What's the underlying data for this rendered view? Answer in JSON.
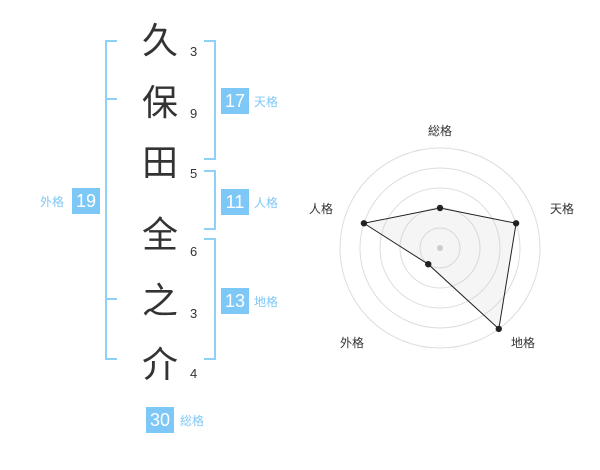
{
  "name": {
    "characters": [
      {
        "char": "久",
        "strokes": "3"
      },
      {
        "char": "保",
        "strokes": "9"
      },
      {
        "char": "田",
        "strokes": "5"
      },
      {
        "char": "全",
        "strokes": "6"
      },
      {
        "char": "之",
        "strokes": "3"
      },
      {
        "char": "介",
        "strokes": "4"
      }
    ]
  },
  "kaku": {
    "tenkaku": {
      "value": "17",
      "label": "天格"
    },
    "jinkaku": {
      "value": "11",
      "label": "人格"
    },
    "chikaku": {
      "value": "13",
      "label": "地格"
    },
    "gaikaku": {
      "value": "19",
      "label": "外格"
    },
    "soukaku": {
      "value": "30",
      "label": "総格"
    }
  },
  "radar": {
    "labels": {
      "top": "総格",
      "right": "天格",
      "bottom_right": "地格",
      "bottom_left": "外格",
      "left": "人格"
    }
  },
  "chart_data": {
    "type": "radar",
    "axes": [
      "総格",
      "天格",
      "地格",
      "外格",
      "人格"
    ],
    "values": [
      2,
      4,
      5,
      1,
      4
    ],
    "max": 5,
    "grid": true,
    "rings": 5
  },
  "colors": {
    "accent": "#7ec8f8",
    "bracket": "#8fd0f8",
    "text": "#333333"
  }
}
